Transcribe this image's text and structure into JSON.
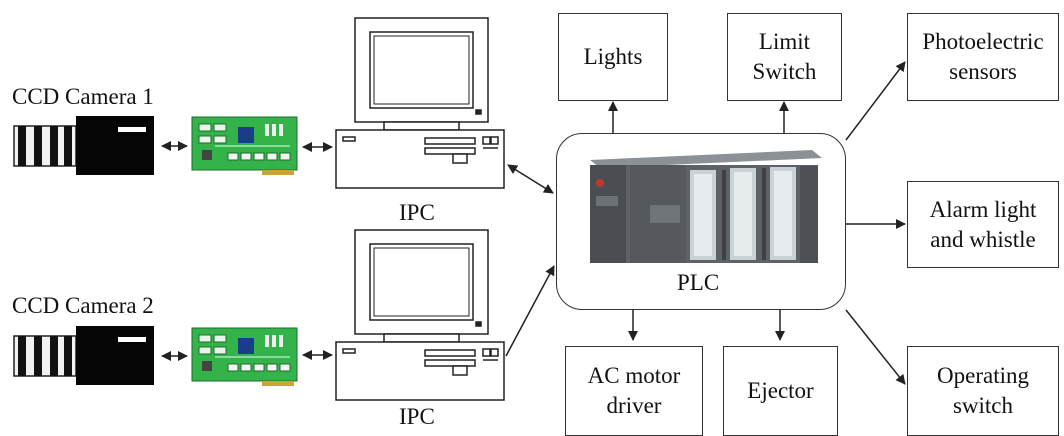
{
  "cameras": [
    {
      "label": "CCD Camera 1"
    },
    {
      "label": "CCD Camera 2"
    }
  ],
  "ipc": [
    {
      "label": "IPC"
    },
    {
      "label": "IPC"
    }
  ],
  "plc": {
    "label": "PLC"
  },
  "outputs": {
    "lights": [
      "Lights"
    ],
    "limit_switch": [
      "Limit",
      "Switch"
    ],
    "photoelectric": [
      "Photoelectric",
      "sensors"
    ],
    "alarm": [
      "Alarm light",
      "and whistle"
    ],
    "operating": [
      "Operating",
      "switch"
    ],
    "ac_motor": [
      "AC motor",
      "driver"
    ],
    "ejector": [
      "Ejector"
    ]
  },
  "colors": {
    "line": "#222222",
    "board_green": "#34b34a",
    "camera_body": "#050505",
    "plc_gray": "#5e6266"
  }
}
